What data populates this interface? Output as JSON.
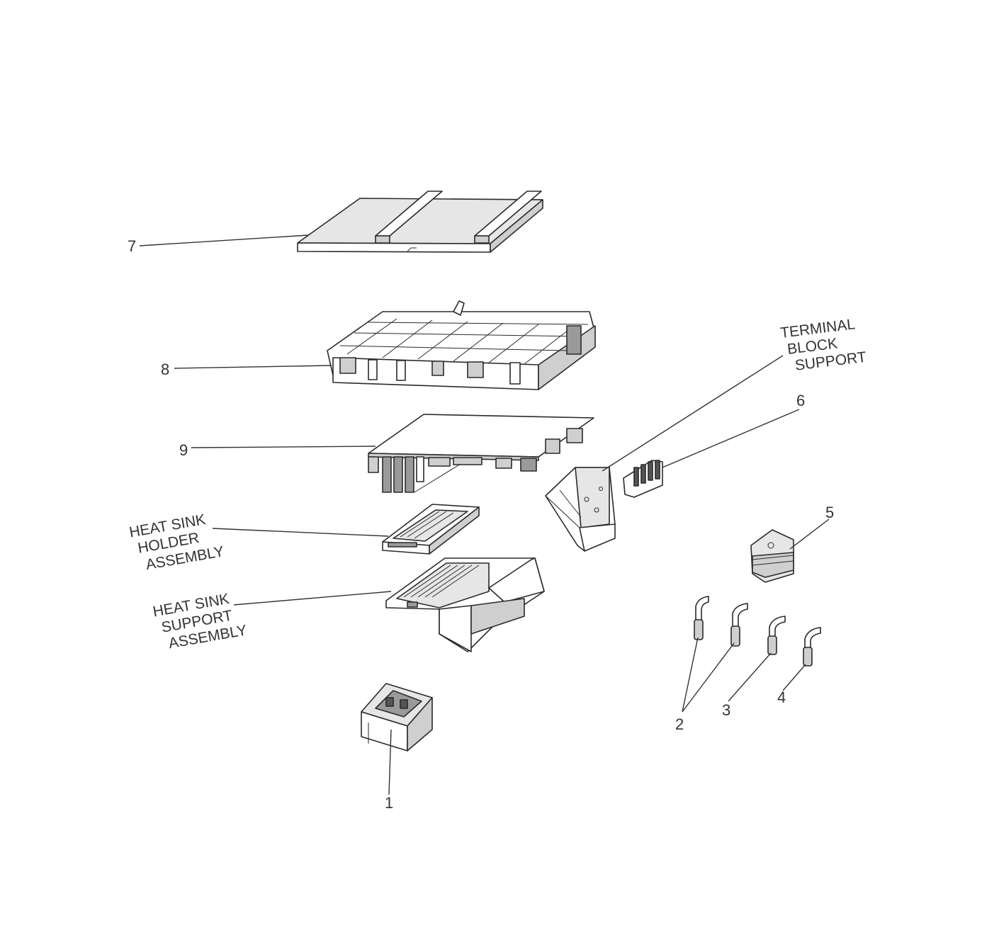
{
  "callouts": {
    "p1": "1",
    "p2": "2",
    "p3": "3",
    "p4": "4",
    "p5": "5",
    "p6": "6",
    "p7": "7",
    "p8": "8",
    "p9": "9"
  },
  "labels": {
    "terminal_block_support": [
      "TERMINAL",
      "BLOCK",
      "SUPPORT"
    ],
    "heat_sink_holder_assembly": [
      "HEAT SINK",
      "HOLDER",
      "ASSEMBLY"
    ],
    "heat_sink_support_assembly": [
      "HEAT SINK",
      "SUPPORT",
      "ASSEMBLY"
    ]
  }
}
